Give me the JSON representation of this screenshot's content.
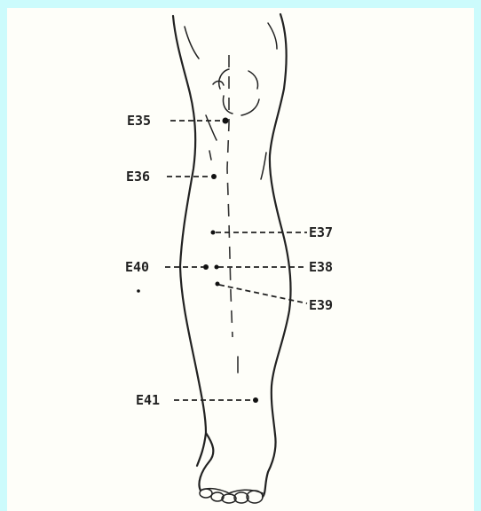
{
  "diagram": {
    "labels": {
      "e35": "E35",
      "e36": "E36",
      "e37": "E37",
      "e38": "E38",
      "e39": "E39",
      "e40": "E40",
      "e41": "E41"
    },
    "colors": {
      "background": "#ccfbfc",
      "paper": "#fefef9",
      "ink": "#222222"
    }
  }
}
